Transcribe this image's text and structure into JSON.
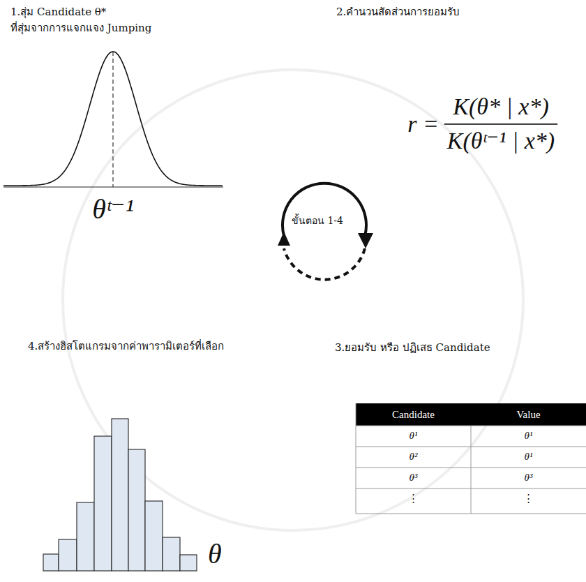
{
  "diagram": {
    "labels": [
      "1.สุ่ม Candidate θ*",
      "ที่สุ่มจากการแจกแจง Jumping",
      "2.คำนวนสัดส่วนการยอมรับ",
      "r =",
      "K(θ* | x*)",
      "K(θᵗ⁻¹ | x*)",
      "θᵗ⁻¹",
      "ขั้นตอน 1-4",
      "4.สร้างฮิสโตแกรมจากค่าพารามิเตอร์ที่เลือก",
      "3.ยอมรับ หรือ ปฏิเสธ Candidate",
      "Candidate",
      "Value",
      "θ¹",
      "θ¹",
      "θ²",
      "θ¹",
      "θ³",
      "θ³",
      "⋮",
      "⋮",
      "θ"
    ]
  }
}
